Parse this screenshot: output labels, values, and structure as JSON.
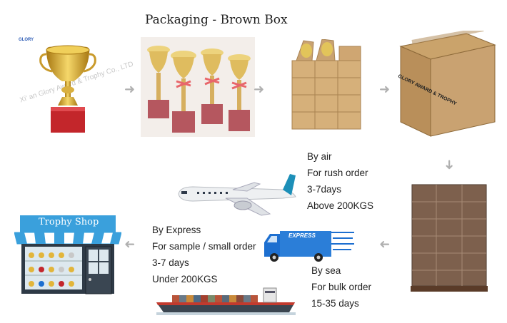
{
  "title": "Packaging - Brown Box",
  "logo": {
    "text": "GLORY"
  },
  "watermark": "Xi' an Glory Award & Trophy Co., LTD",
  "box_print": "GLORY AWARD & TROPHY",
  "shop_sign": "Trophy Shop",
  "truck_text": "EXPRESS",
  "air": {
    "l1": "By air",
    "l2": "For rush order",
    "l3": "3-7days",
    "l4": "Above 200KGS"
  },
  "express": {
    "l1": "By Express",
    "l2": "For sample / small order",
    "l3": "3-7 days",
    "l4": "Under 200KGS"
  },
  "sea": {
    "l1": "By sea",
    "l2": "For bulk order",
    "l3": "15-35 days"
  },
  "icons": [
    "trophy",
    "wrapped-trophies",
    "boxes",
    "carton",
    "pallet",
    "truck",
    "airplane",
    "cargo-ship",
    "shop"
  ],
  "colors": {
    "gold": "#d4a62a",
    "red_base": "#c3262b",
    "cardboard": "#c9a271",
    "truck_blue": "#1d6fd0",
    "awning_blue": "#3aa0dc",
    "arrow": "#b0b0b0"
  }
}
